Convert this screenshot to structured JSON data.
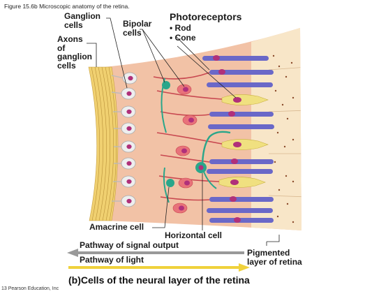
{
  "figure": {
    "title": "Figure 15.6b  Microscopic anatomy of the retina.",
    "caption_letter": "(b)",
    "caption": "Cells of the neural layer of the retina",
    "copyright": "13 Pearson Education, Inc"
  },
  "labels": {
    "ganglion_cells": [
      "Ganglion",
      "cells"
    ],
    "axons": [
      "Axons",
      "of",
      "ganglion",
      "cells"
    ],
    "bipolar_cells": [
      "Bipolar",
      "cells"
    ],
    "photoreceptors": "Photoreceptors",
    "rod": "• Rod",
    "cone": "• Cone",
    "amacrine_cell": "Amacrine cell",
    "horizontal_cell": "Horizontal cell",
    "pigmented_layer": [
      "Pigmented",
      "layer of retina"
    ],
    "pathway_output": "Pathway of signal output",
    "pathway_light": "Pathway of light"
  },
  "colors": {
    "tissue": "#f2c2a6",
    "ganglion": "#eeeeee",
    "nucleus": "#b0307a",
    "bipolar": "#e8727a",
    "rod": "#6a68c8",
    "cone": "#f0e080",
    "amacrine": "#2aa68a",
    "pigment": "#f8e6c8",
    "axon_band": "#f0d070",
    "arrow_output": "#999999",
    "arrow_light": "#f0d23c"
  }
}
